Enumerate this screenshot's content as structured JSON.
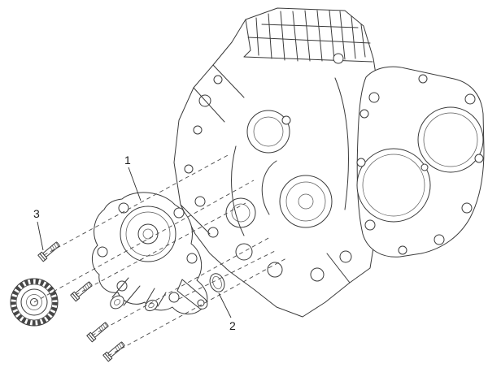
{
  "diagram": {
    "background_color": "#ffffff",
    "line_color": "#3a3a3a",
    "callouts": [
      {
        "label": "1"
      },
      {
        "label": "2"
      },
      {
        "label": "3"
      }
    ]
  }
}
